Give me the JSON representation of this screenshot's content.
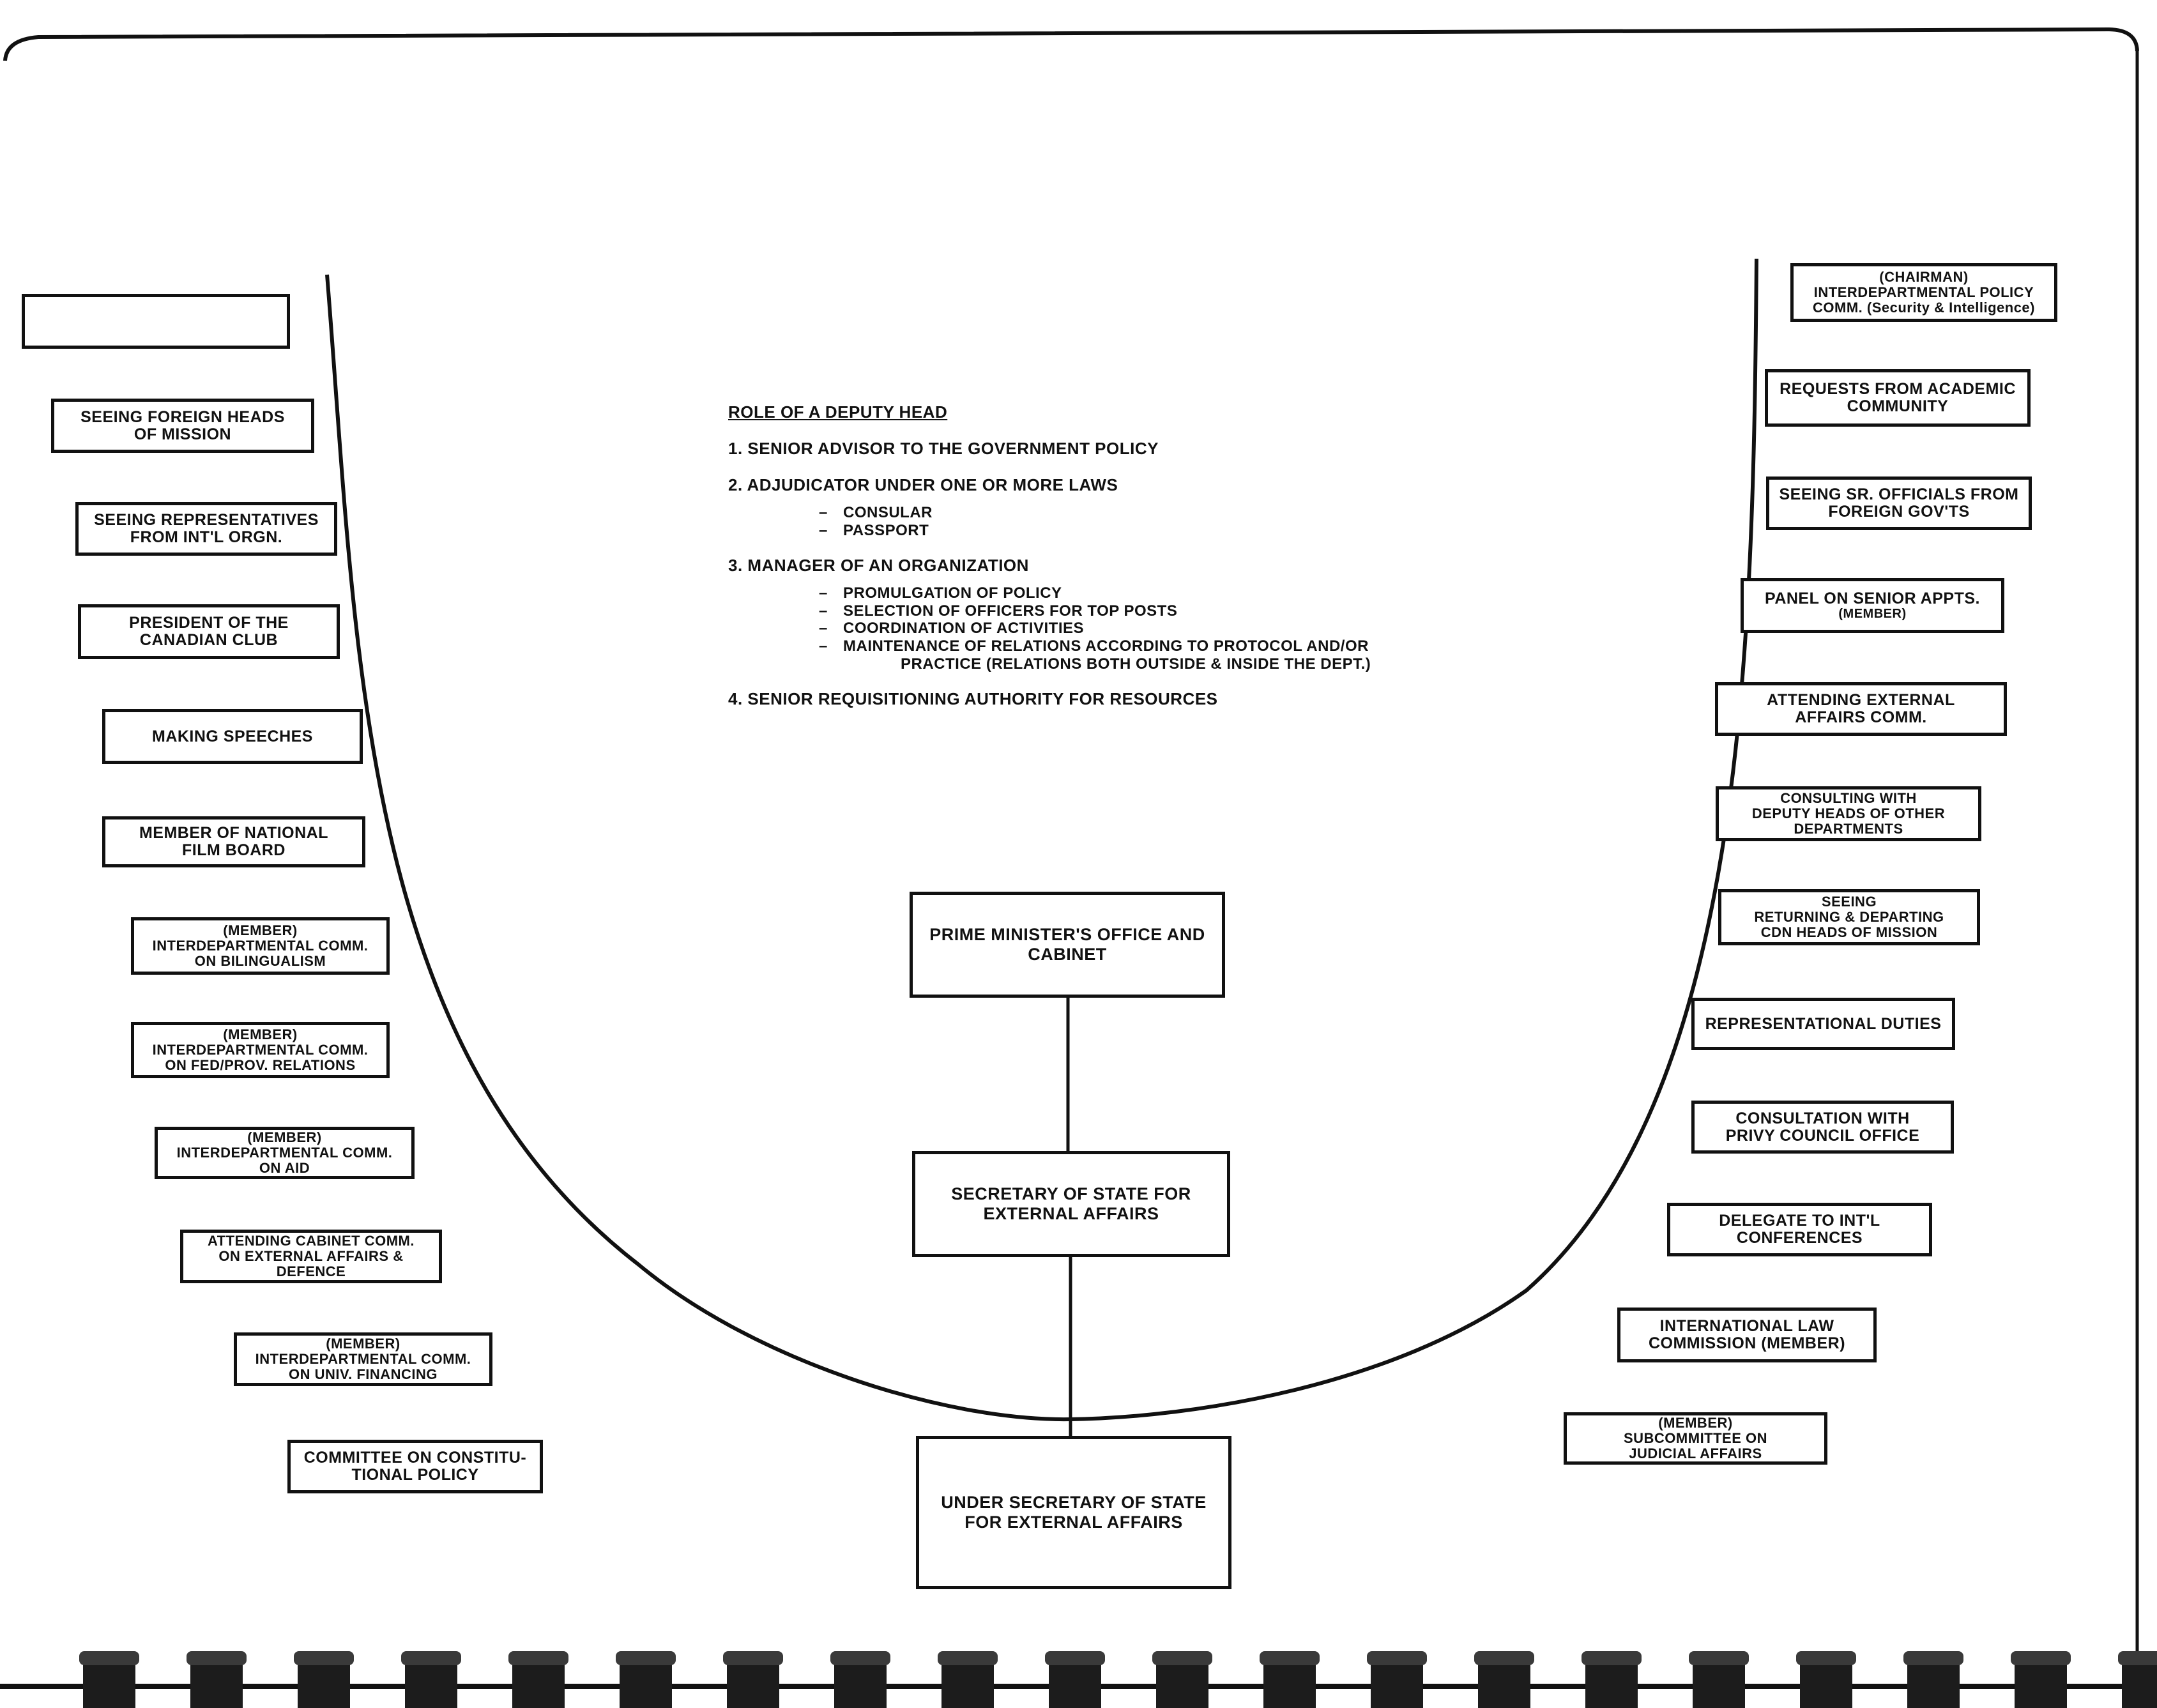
{
  "role": {
    "title": "ROLE OF A DEPUTY HEAD",
    "items": [
      "1. SENIOR ADVISOR TO THE GOVERNMENT POLICY",
      "2. ADJUDICATOR UNDER ONE OR MORE LAWS",
      "3. MANAGER OF AN ORGANIZATION",
      "4. SENIOR REQUISITIONING AUTHORITY FOR RESOURCES"
    ],
    "item2_subs": [
      "CONSULAR",
      "PASSPORT"
    ],
    "item3_subs": [
      "PROMULGATION OF POLICY",
      "SELECTION OF OFFICERS FOR TOP POSTS",
      "COORDINATION OF ACTIVITIES",
      "MAINTENANCE OF RELATIONS ACCORDING TO PROTOCOL AND/OR",
      "PRACTICE (RELATIONS BOTH OUTSIDE & INSIDE THE DEPT.)"
    ]
  },
  "center": {
    "pmo": [
      "PRIME MINISTER'S OFFICE AND",
      "CABINET"
    ],
    "sse": [
      "SECRETARY OF STATE FOR",
      "EXTERNAL AFFAIRS"
    ],
    "usse": [
      "UNDER SECRETARY OF STATE",
      "FOR EXTERNAL AFFAIRS"
    ]
  },
  "left_boxes": [
    [
      "SEEING FOREIGN HEADS",
      "OF MISSION"
    ],
    [
      "SEEING REPRESENTATIVES",
      "FROM INT'L ORGN."
    ],
    [
      "PRESIDENT OF THE",
      "CANADIAN CLUB"
    ],
    [
      "MAKING SPEECHES"
    ],
    [
      "MEMBER OF NATIONAL",
      "FILM BOARD"
    ],
    [
      "(MEMBER)",
      "INTERDEPARTMENTAL COMM.",
      "ON BILINGUALISM"
    ],
    [
      "(MEMBER)",
      "INTERDEPARTMENTAL COMM.",
      "ON FED/PROV. RELATIONS"
    ],
    [
      "(MEMBER)",
      "INTERDEPARTMENTAL COMM.",
      "ON AID"
    ],
    [
      "ATTENDING CABINET COMM.",
      "ON EXTERNAL AFFAIRS &",
      "DEFENCE"
    ],
    [
      "(MEMBER)",
      "INTERDEPARTMENTAL COMM.",
      "ON UNIV. FINANCING"
    ],
    [
      "COMMITTEE ON CONSTITU-",
      "TIONAL POLICY"
    ]
  ],
  "right_boxes": [
    [
      "(CHAIRMAN)",
      "INTERDEPARTMENTAL POLICY",
      "COMM. (Security & Intelligence)"
    ],
    [
      "REQUESTS FROM ACADEMIC",
      "COMMUNITY"
    ],
    [
      "SEEING SR. OFFICIALS FROM",
      "FOREIGN GOV'TS"
    ],
    [
      "PANEL ON SENIOR APPTS.",
      "(MEMBER)"
    ],
    [
      "ATTENDING EXTERNAL",
      "AFFAIRS COMM."
    ],
    [
      "CONSULTING WITH",
      "DEPUTY HEADS OF OTHER",
      "DEPARTMENTS"
    ],
    [
      "SEEING",
      "RETURNING & DEPARTING",
      "CDN HEADS OF MISSION"
    ],
    [
      "REPRESENTATIONAL DUTIES"
    ],
    [
      "CONSULTATION WITH",
      "PRIVY COUNCIL OFFICE"
    ],
    [
      "DELEGATE TO INT'L",
      "CONFERENCES"
    ],
    [
      "INTERNATIONAL LAW",
      "COMMISSION (MEMBER)"
    ],
    [
      "(MEMBER)",
      "SUBCOMMITTEE ON",
      "JUDICIAL AFFAIRS"
    ]
  ]
}
